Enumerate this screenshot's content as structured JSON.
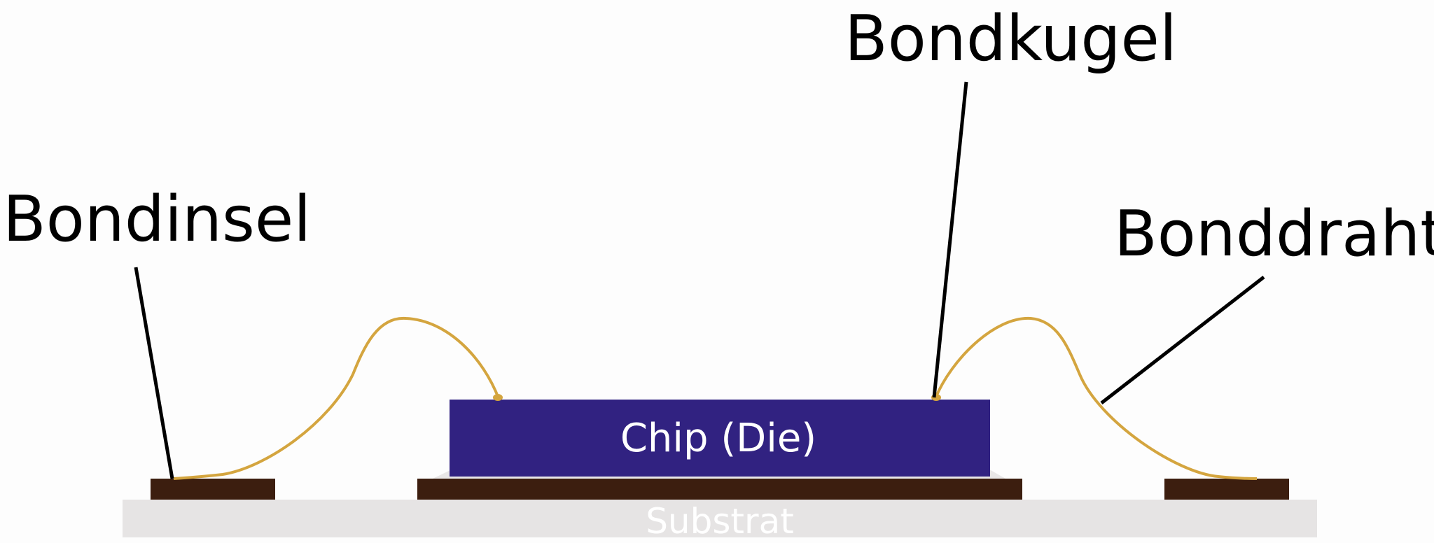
{
  "labels": {
    "bondinsel": "Bondinsel",
    "bondkugel": "Bondkugel",
    "bonddraht": "Bonddraht",
    "chip": "Chip (Die)",
    "substrat": "Substrat"
  },
  "colors": {
    "chip": "#312281",
    "pad": "#3c1e0f",
    "substrate": "#e6e4e4",
    "wire": "#d4a53f",
    "leader": "#000000"
  }
}
